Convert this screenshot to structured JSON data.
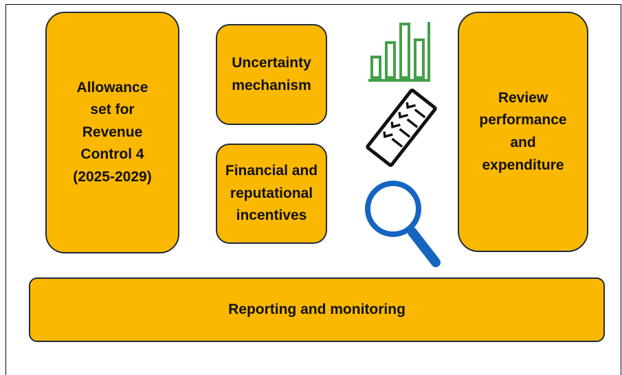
{
  "boxes": {
    "allowance": "Allowance\nset for\nRevenue\nControl 4\n(2025-2029)",
    "uncertainty": "Uncertainty\nmechanism",
    "incentives": "Financial and\nreputational\nincentives",
    "review": "Review\nperformance\nand\nexpenditure",
    "reporting": "Reporting and monitoring"
  },
  "colors": {
    "box_fill": "#fbb800",
    "box_border": "#1e2b3a",
    "chart_icon": "#43a047",
    "search_icon": "#1565c0",
    "checklist_icon": "#111111"
  },
  "icons": [
    "bar-chart-icon",
    "checklist-icon",
    "magnifying-glass-icon"
  ]
}
